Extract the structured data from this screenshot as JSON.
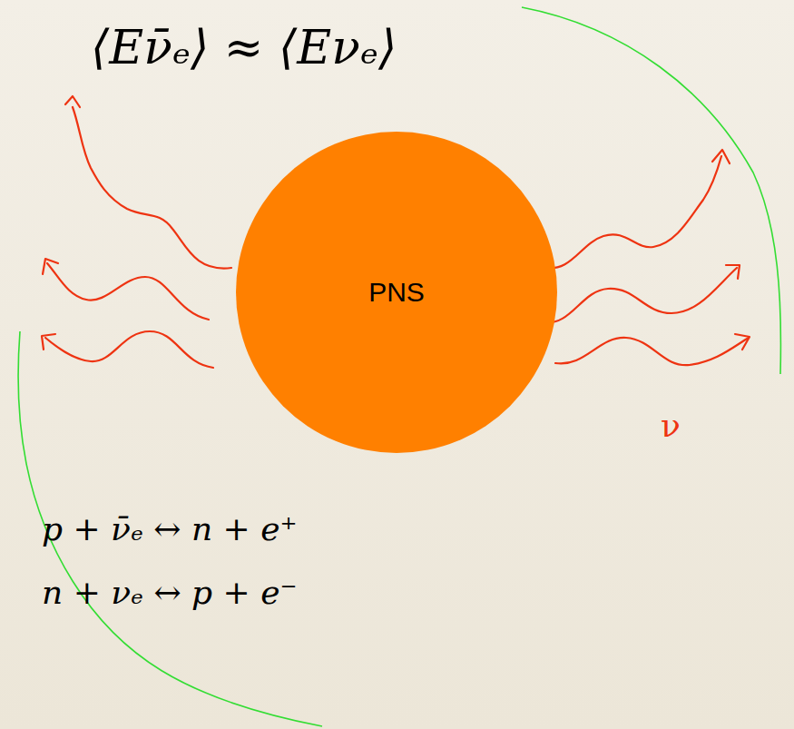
{
  "diagram": {
    "nodes": [
      {
        "text": [
          "PNS"
        ]
      }
    ],
    "labels": [
      "⟨Eν̄ₑ⟩ ≈ ⟨Eνₑ⟩",
      "ν",
      "p + ν̄ₑ ↔ n + e⁺",
      "n + νₑ ↔ p + e⁻"
    ]
  }
}
